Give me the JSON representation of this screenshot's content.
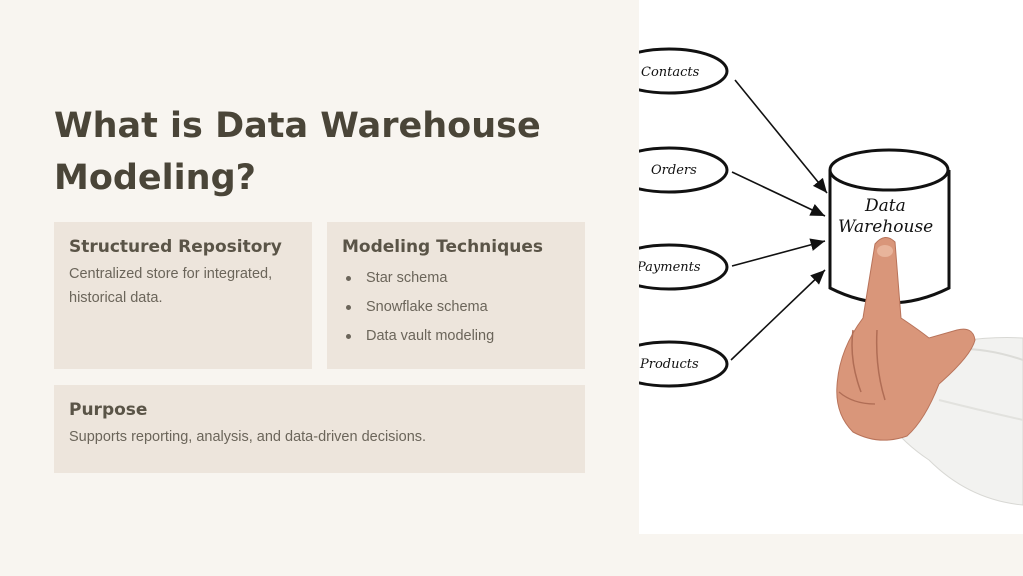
{
  "title": "What is Data Warehouse Modeling?",
  "cards": {
    "repository": {
      "heading": "Structured Repository",
      "text": "Centralized store for integrated, historical data."
    },
    "techniques": {
      "heading": "Modeling Techniques",
      "items": [
        "Star schema",
        "Snowflake schema",
        "Data vault modeling"
      ]
    },
    "purpose": {
      "heading": "Purpose",
      "text": "Supports reporting, analysis, and data-driven decisions."
    }
  },
  "image": {
    "sources": [
      "Contacts",
      "Orders",
      "Payments",
      "Products"
    ],
    "target_line1": "Data",
    "target_line2": "Warehouse"
  },
  "colors": {
    "background": "#f8f5f0",
    "card": "#ede5dc",
    "title": "#4a4538",
    "text": "#6b655a"
  }
}
